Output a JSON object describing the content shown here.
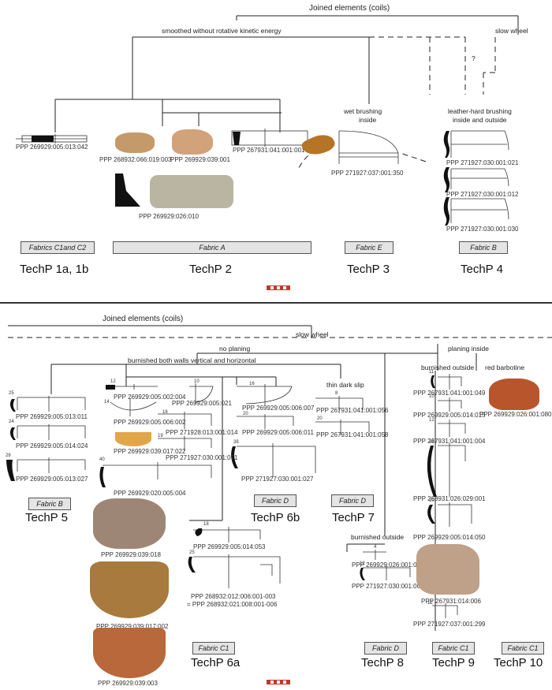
{
  "top": {
    "root": "Joined elements (coils)",
    "branch_smoothed": "smoothed without rotative kinetic energy",
    "branch_slow": "slow wheel",
    "question": "?",
    "wet": [
      "wet brushing",
      "inside"
    ],
    "leather": [
      "leather-hard brushing",
      "inside and outside"
    ],
    "codes": [
      "PPP 269929:005:013:042",
      "PPP 268932:066:019:003",
      "PPP 269929:039:001",
      "PPP 267931:041:001:001",
      "PPP 269929:026:010",
      "PPP 271927:037:001:350",
      "PPP 271927:030:001:021",
      "PPP 271927:030:001:012",
      "PPP 271927:030:001:030"
    ],
    "fabrics": [
      "Fabrics C1and C2",
      "Fabric A",
      "Fabric E",
      "Fabric B"
    ],
    "techs": [
      "TechP 1a, 1b",
      "TechP 2",
      "TechP 3",
      "TechP 4"
    ]
  },
  "bottom": {
    "root": "Joined elements (coils)",
    "slow": "slow wheel",
    "no_planing": "no planing",
    "planing_inside": "planing inside",
    "burnished_both": "burnished both walls vertical and horizontal",
    "thin_slip": "thin dark slip",
    "burnished_outside": "burnished outside",
    "burnished_outside2": "burnished outside",
    "red_barbotine": "red barbotine",
    "codes_left": [
      "PPP 269929:005:013:011",
      "PPP 269929:005:014:024",
      "PPP 269929:005:013:027"
    ],
    "codes_6a": [
      "PPP 269929:005:002:004",
      "PPP 269929:005:021",
      "PPP 269929:005:006:002",
      "PPP 271928:013:001:014",
      "PPP 269929:039:017:022",
      "PPP 271927:030:001:071",
      "PPP 269929:020:005:004",
      "PPP 269929:039:018",
      "PPP 269929:005:014:053",
      "PPP 268932:012:006:001-003",
      "= PPP 268932:021:008:001-006",
      "PPP 269929:039:017:002",
      "PPP 269929:039:003"
    ],
    "codes_6b": [
      "PPP 269929:005:006:007",
      "PPP 269929:005:006:011",
      "PPP 271927:030:001:027"
    ],
    "codes_7": [
      "PPP 267931:041:001:056",
      "PPP 267931:041:001:058"
    ],
    "codes_8": [
      "PPP 269929:026:001:032",
      "PPP 271927:030:001:001"
    ],
    "codes_9": [
      "PPP 267931:041:001:049",
      "PPP 269929:005:014:015",
      "PPP 267931:041:001:004",
      "PPP 268931:026:029:001",
      "PPP 269929:005:014:050",
      "PPP 267931:014:006",
      "PPP 271927:037:001:299"
    ],
    "codes_10": [
      "PPP 269929:026:001:080"
    ],
    "numbers": [
      "25",
      "24",
      "28",
      "12",
      "14",
      "10",
      "16",
      "19",
      "40",
      "16",
      "20",
      "38",
      "8",
      "20",
      "18",
      "25",
      "11",
      "10",
      "12",
      "12",
      "10",
      "4",
      "12",
      "12"
    ],
    "fabrics": [
      "Fabric B",
      "Fabric D",
      "Fabric D",
      "Fabric C1",
      "Fabric D",
      "Fabric C1",
      "Fabric C1"
    ],
    "techs": [
      "TechP 5",
      "TechP 6b",
      "TechP 7",
      "TechP 6a",
      "TechP 8",
      "TechP 9",
      "TechP 10"
    ]
  }
}
